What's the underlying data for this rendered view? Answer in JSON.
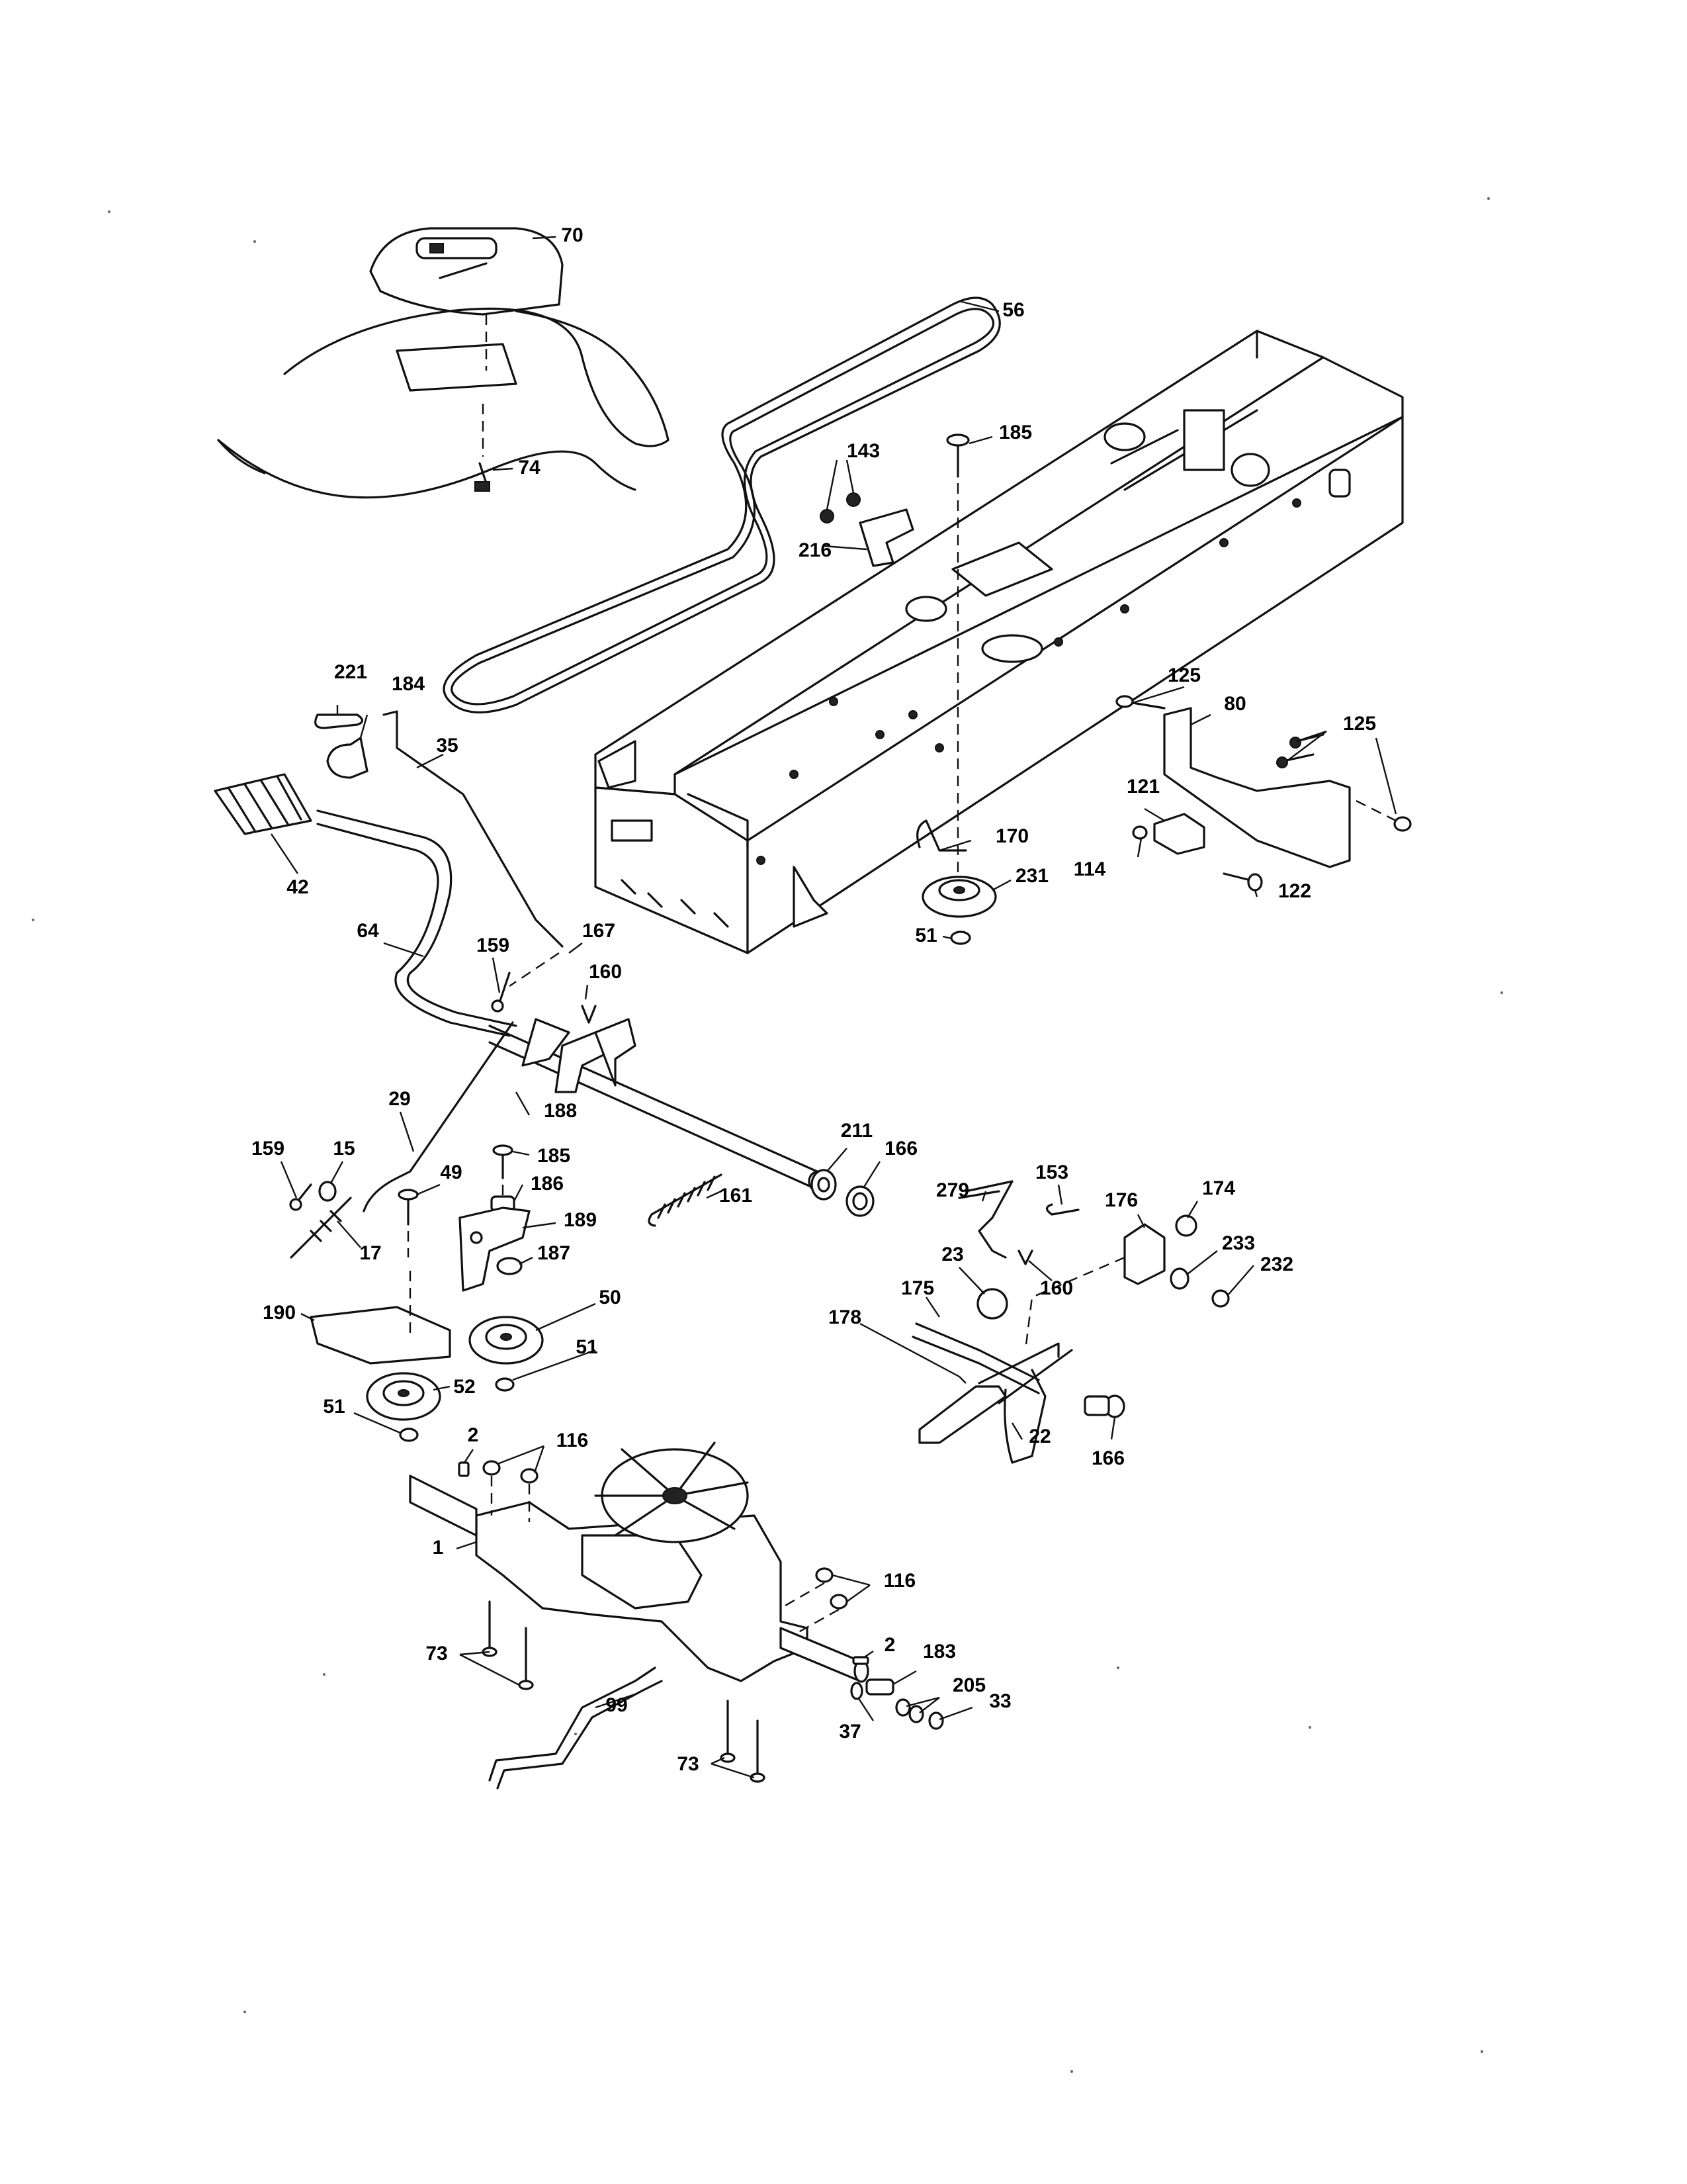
{
  "callouts": [
    {
      "id": "c70",
      "label": "70"
    },
    {
      "id": "c56",
      "label": "56"
    },
    {
      "id": "c74",
      "label": "74"
    },
    {
      "id": "c185a",
      "label": "185"
    },
    {
      "id": "c143",
      "label": "143"
    },
    {
      "id": "c216",
      "label": "216"
    },
    {
      "id": "c221",
      "label": "221"
    },
    {
      "id": "c184",
      "label": "184"
    },
    {
      "id": "c35",
      "label": "35"
    },
    {
      "id": "c42",
      "label": "42"
    },
    {
      "id": "c125a",
      "label": "125"
    },
    {
      "id": "c80",
      "label": "80"
    },
    {
      "id": "c125b",
      "label": "125"
    },
    {
      "id": "c121",
      "label": "121"
    },
    {
      "id": "c114",
      "label": "114"
    },
    {
      "id": "c122",
      "label": "122"
    },
    {
      "id": "c170",
      "label": "170"
    },
    {
      "id": "c231",
      "label": "231"
    },
    {
      "id": "c51a",
      "label": "51"
    },
    {
      "id": "c64",
      "label": "64"
    },
    {
      "id": "c167",
      "label": "167"
    },
    {
      "id": "c159a",
      "label": "159"
    },
    {
      "id": "c160a",
      "label": "160"
    },
    {
      "id": "c29",
      "label": "29"
    },
    {
      "id": "c188",
      "label": "188"
    },
    {
      "id": "c211",
      "label": "211"
    },
    {
      "id": "c166a",
      "label": "166"
    },
    {
      "id": "c159b",
      "label": "159"
    },
    {
      "id": "c15",
      "label": "15"
    },
    {
      "id": "c49",
      "label": "49"
    },
    {
      "id": "c185b",
      "label": "185"
    },
    {
      "id": "c186",
      "label": "186"
    },
    {
      "id": "c161",
      "label": "161"
    },
    {
      "id": "c153",
      "label": "153"
    },
    {
      "id": "c279",
      "label": "279"
    },
    {
      "id": "c176",
      "label": "176"
    },
    {
      "id": "c174",
      "label": "174"
    },
    {
      "id": "c189",
      "label": "189"
    },
    {
      "id": "c17",
      "label": "17"
    },
    {
      "id": "c187",
      "label": "187"
    },
    {
      "id": "c23",
      "label": "23"
    },
    {
      "id": "c160b",
      "label": "160"
    },
    {
      "id": "c233",
      "label": "233"
    },
    {
      "id": "c232",
      "label": "232"
    },
    {
      "id": "c50",
      "label": "50"
    },
    {
      "id": "c175",
      "label": "175"
    },
    {
      "id": "c190",
      "label": "190"
    },
    {
      "id": "c178",
      "label": "178"
    },
    {
      "id": "c51b",
      "label": "51"
    },
    {
      "id": "c52",
      "label": "52"
    },
    {
      "id": "c51c",
      "label": "51"
    },
    {
      "id": "c22",
      "label": "22"
    },
    {
      "id": "c2a",
      "label": "2"
    },
    {
      "id": "c116a",
      "label": "116"
    },
    {
      "id": "c166b",
      "label": "166"
    },
    {
      "id": "c1",
      "label": "1"
    },
    {
      "id": "c116b",
      "label": "116"
    },
    {
      "id": "c73a",
      "label": "73"
    },
    {
      "id": "c2b",
      "label": "2"
    },
    {
      "id": "c183",
      "label": "183"
    },
    {
      "id": "c99",
      "label": "99"
    },
    {
      "id": "c205",
      "label": "205"
    },
    {
      "id": "c33",
      "label": "33"
    },
    {
      "id": "c37",
      "label": "37"
    },
    {
      "id": "c73b",
      "label": "73"
    }
  ]
}
